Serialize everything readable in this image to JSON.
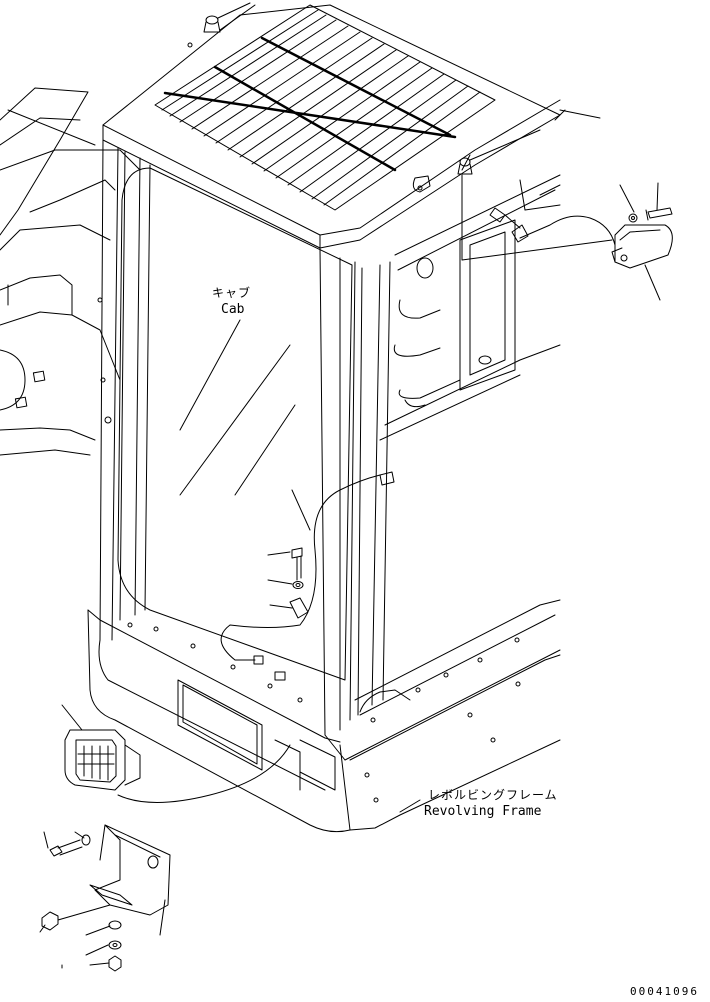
{
  "labels": {
    "cab_jp": "キャブ",
    "cab_en": "Cab",
    "frame_jp": "レボルビングフレーム",
    "frame_en": "Revolving Frame"
  },
  "doc_id": "00041096",
  "colors": {
    "line": "#000000",
    "background": "#ffffff"
  }
}
